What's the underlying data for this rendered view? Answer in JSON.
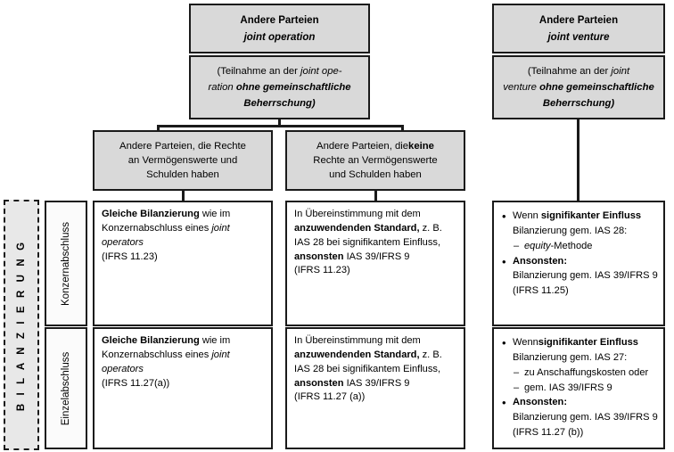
{
  "sidebar": {
    "group_label": "B I L A N Z I E R U N G",
    "rows": [
      {
        "label": "Konzernabschluss"
      },
      {
        "label": "Einzelabschluss"
      }
    ]
  },
  "columns": {
    "joint_operation": {
      "header": {
        "title": "Andere Parteien",
        "subtitle": "joint operation"
      },
      "note": {
        "line1_a": "(Teilnahme an der ",
        "line1_b": "joint ope-",
        "line2_a": "ration ",
        "line2_b": "ohne gemeinschaftliche",
        "line3": "Beherrschung)"
      },
      "sub_headers": [
        {
          "line1": "Andere Parteien, die Rechte",
          "line2": "an Vermögenswerte und",
          "line3": "Schulden haben"
        },
        {
          "line1_a": "Andere Parteien, die",
          "line1_b": "keine",
          "line2": "Rechte an Vermögenswerte",
          "line3": "und Schulden haben"
        }
      ]
    },
    "joint_venture": {
      "header": {
        "title": "Andere Parteien",
        "subtitle": "joint venture"
      },
      "note": {
        "line1_a": "(Teilnahme an der ",
        "line1_b": "joint",
        "line2_a": "venture ",
        "line2_b": "ohne gemeinschaftliche",
        "line3": "Beherrschung)"
      }
    }
  },
  "cells": {
    "konzern_rights": {
      "l1_a": "Gleiche Bilanzierung",
      "l1_b": " wie im",
      "l2_a": "Konzernabschluss eines ",
      "l2_b": "joint",
      "l3": "operators",
      "l4": "(IFRS 11.23)"
    },
    "konzern_norights": {
      "l1": "In Übereinstimmung mit dem",
      "l2_a": "anzuwendenden Standard,",
      "l2_b": " z. B.",
      "l3": "IAS 28 bei signifikantem  Einfluss,",
      "l4_a": "ansonsten",
      "l4_b": " IAS 39/IFRS 9",
      "l5": "(IFRS 11.23)"
    },
    "konzern_jv": {
      "b1_a": "Wenn ",
      "b1_b": "signifikanter Einfluss",
      "b1_l2": "Bilanzierung gem. IAS 28:",
      "b1_sub1_a": "equity",
      "b1_sub1_b": "-Methode",
      "b2": "Ansonsten:",
      "b2_l2": "Bilanzierung gem. IAS 39/IFRS 9",
      "b2_l3": "(IFRS 11.25)"
    },
    "einzel_rights": {
      "l1_a": "Gleiche Bilanzierung",
      "l1_b": " wie im",
      "l2_a": "Konzernabschluss  eines ",
      "l2_b": "joint",
      "l3": "operators",
      "l4": "(IFRS 11.27(a))"
    },
    "einzel_norights": {
      "l1": "In Übereinstimmung mit dem",
      "l2_a": "anzuwendenden Standard,",
      "l2_b": " z. B.",
      "l3": "IAS 28 bei signifikantem Einfluss,",
      "l4_a": "ansonsten",
      "l4_b": " IAS 39/IFRS 9",
      "l5": "(IFRS 11.27 (a))"
    },
    "einzel_jv": {
      "b1_a": "Wenn",
      "b1_b": "signifikanter Einfluss",
      "b1_l2": "Bilanzierung gem. IAS 27:",
      "b1_sub1": "zu Anschaffungskosten oder",
      "b1_sub2": "gem. IAS 39/IFRS 9",
      "b2": "Ansonsten:",
      "b2_l2": "Bilanzierung gem. IAS 39/IFRS 9",
      "b2_l3": "(IFRS 11.27 (b))"
    }
  },
  "colors": {
    "box_fill": "#d9d9d9",
    "border": "#1a1a1a",
    "sidebar_fill": "#e8e8e8"
  }
}
